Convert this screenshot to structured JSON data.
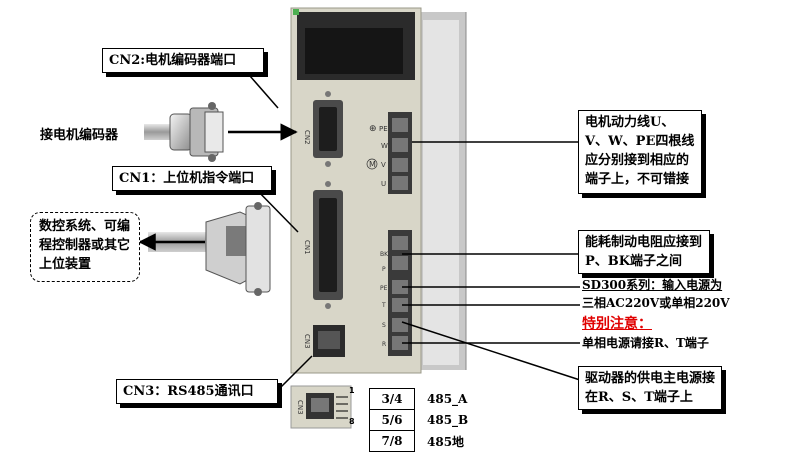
{
  "labels": {
    "cn2_box": "CN2:电机编码器端口",
    "cn1_box": "CN1：上位机指令端口",
    "cn3_box": "CN3：RS485通讯口",
    "encoder_label": "接电机编码器",
    "host_system": "数控系统、可编程控制器或其它上位装置",
    "motor_power": "电机动力线U、V、W、PE四根线应分别接到相应的端子上，不可错接",
    "brake_resistor": "能耗制动电阻应接到P、BK端子之间",
    "sd300_title": "SD300系列：输入电源为",
    "sd300_spec": "三相AC220V或单相220V",
    "special_note": "特别注意：",
    "single_phase": "单相电源请接R、T端子",
    "main_power": "驱动器的供电主电源接在R、S、T端子上"
  },
  "device": {
    "cn2_text": "CN2",
    "cn1_text": "CN1",
    "cn3_text": "CN3",
    "terminals_top": [
      "PE",
      "W",
      "V",
      "U"
    ],
    "terminals_bottom": [
      "BK",
      "P",
      "PE",
      "T",
      "S",
      "R"
    ],
    "symbol_pe": "⊕",
    "symbol_m": "M"
  },
  "rj45_pins": {
    "first": "1",
    "last": "8",
    "label": "CN3"
  },
  "pin_table": [
    {
      "pins": "3/4",
      "signal": "485_A"
    },
    {
      "pins": "5/6",
      "signal": "485_B"
    },
    {
      "pins": "7/8",
      "signal": "485地"
    }
  ],
  "colors": {
    "device_body": "#d8d6c8",
    "connector_dark": "#2b2b2b",
    "note_red": "#e00000"
  }
}
